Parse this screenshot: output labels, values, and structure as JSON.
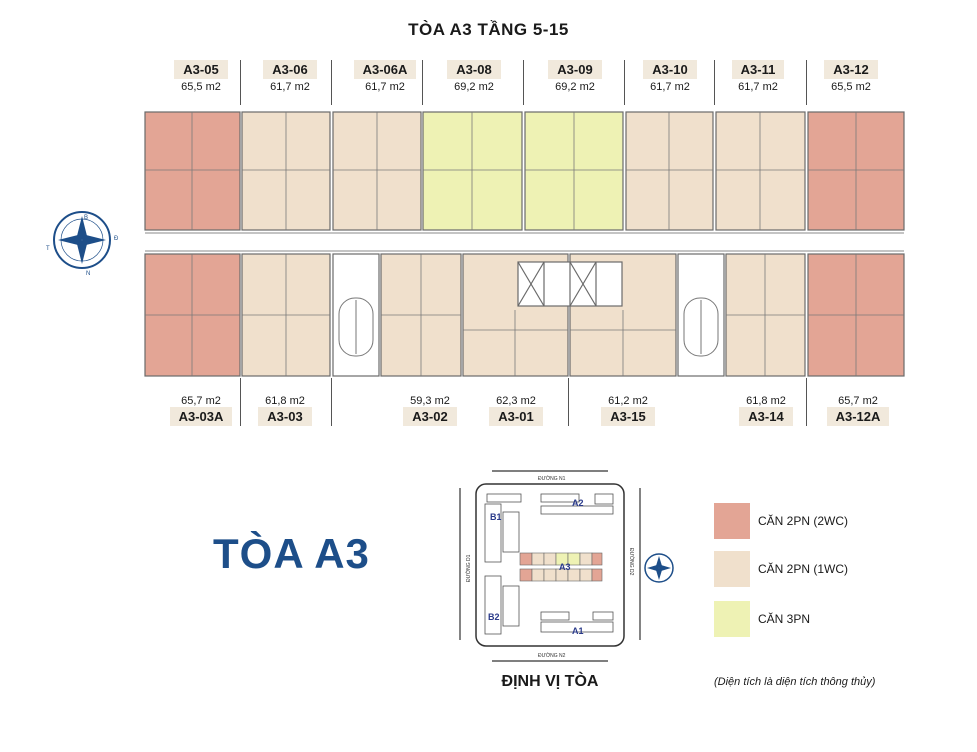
{
  "title": "TÒA A3 TẦNG 5-15",
  "top_units": [
    {
      "code": "A3-05",
      "area": "65,5 m2",
      "type": "2pn2wc"
    },
    {
      "code": "A3-06",
      "area": "61,7 m2",
      "type": "2pn1wc"
    },
    {
      "code": "A3-06A",
      "area": "61,7 m2",
      "type": "2pn1wc"
    },
    {
      "code": "A3-08",
      "area": "69,2 m2",
      "type": "3pn"
    },
    {
      "code": "A3-09",
      "area": "69,2 m2",
      "type": "3pn"
    },
    {
      "code": "A3-10",
      "area": "61,7 m2",
      "type": "2pn1wc"
    },
    {
      "code": "A3-11",
      "area": "61,7 m2",
      "type": "2pn1wc"
    },
    {
      "code": "A3-12",
      "area": "65,5 m2",
      "type": "2pn2wc"
    }
  ],
  "bottom_units": [
    {
      "code": "A3-03A",
      "area": "65,7 m2",
      "type": "2pn2wc"
    },
    {
      "code": "A3-03",
      "area": "61,8 m2",
      "type": "2pn1wc"
    },
    {
      "code": "A3-02",
      "area": "59,3 m2",
      "type": "2pn1wc"
    },
    {
      "code": "A3-01",
      "area": "62,3 m2",
      "type": "2pn1wc"
    },
    {
      "code": "A3-15",
      "area": "61,2 m2",
      "type": "2pn1wc"
    },
    {
      "code": "A3-14",
      "area": "61,8 m2",
      "type": "2pn1wc"
    },
    {
      "code": "A3-12A",
      "area": "65,7 m2",
      "type": "2pn2wc"
    }
  ],
  "compass_letters": [
    "B",
    "Đ",
    "N",
    "T"
  ],
  "tower_name": "TÒA A3",
  "site_plan": {
    "title": "ĐỊNH VỊ TÒA",
    "roads": {
      "north": "ĐƯỜNG N1",
      "south": "ĐƯỜNG N2",
      "west": "ĐƯỜNG D1",
      "east": "ĐƯỜNG D2"
    },
    "blocks": [
      "A2",
      "B1",
      "A3",
      "B2",
      "A1"
    ]
  },
  "legend": [
    {
      "label": "CĂN 2PN (2WC)",
      "color": "#e3a595"
    },
    {
      "label": "CĂN 2PN (1WC)",
      "color": "#f0e0cc"
    },
    {
      "label": "CĂN 3PN",
      "color": "#eef2b4"
    }
  ],
  "note": "(Diện tích là diện tích thông thủy)",
  "colors": {
    "accent": "#1d4e89",
    "wall": "#6a6a6a",
    "label_bg": "#f1e9dc",
    "common": "#ffffff"
  }
}
